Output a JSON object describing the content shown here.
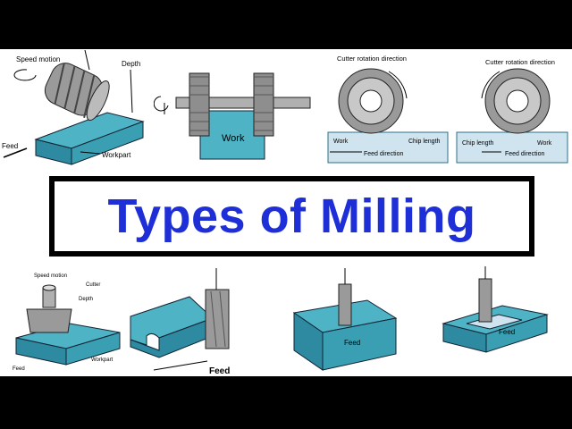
{
  "title": "Types of Milling",
  "colors": {
    "workpiece": "#4fb3c6",
    "workpiece_dark": "#2d8aa0",
    "tool": "#9a9a9a",
    "title": "#1e2fd8"
  },
  "panels": {
    "slab": {
      "speed": "Speed motion",
      "depth": "Depth",
      "feed": "Feed",
      "workpart": "Workpart"
    },
    "straddle": {
      "work": "Work"
    },
    "up_milling": {
      "rotation": "Cutter rotation direction",
      "work": "Work",
      "chip": "Chip length",
      "feed": "Feed direction"
    },
    "down_milling": {
      "rotation": "Cutter rotation direction",
      "work": "Work",
      "chip": "Chip length",
      "feed": "Feed direction"
    },
    "face": {
      "speed": "Speed motion",
      "cutter": "Cutter",
      "depth": "Depth",
      "feed": "Feed",
      "workpart": "Workpart"
    },
    "profile": {
      "feed": "Feed"
    },
    "surface": {
      "feed": "Feed"
    },
    "pocket": {
      "feed": "Feed"
    }
  }
}
